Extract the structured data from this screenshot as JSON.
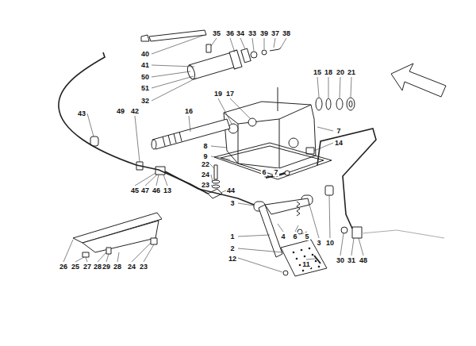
{
  "diagram": {
    "labels": [
      "35",
      "36",
      "34",
      "33",
      "39",
      "37",
      "38",
      "40",
      "41",
      "50",
      "51",
      "32",
      "15",
      "18",
      "20",
      "21",
      "19",
      "17",
      "16",
      "43",
      "49",
      "42",
      "7",
      "14",
      "8",
      "9",
      "22",
      "24",
      "23",
      "6",
      "7",
      "44",
      "45",
      "47",
      "46",
      "13",
      "3",
      "1",
      "2",
      "12",
      "4",
      "6",
      "5",
      "3",
      "10",
      "11",
      "30",
      "31",
      "48",
      "26",
      "25",
      "27",
      "28",
      "29",
      "28",
      "24",
      "23"
    ]
  }
}
